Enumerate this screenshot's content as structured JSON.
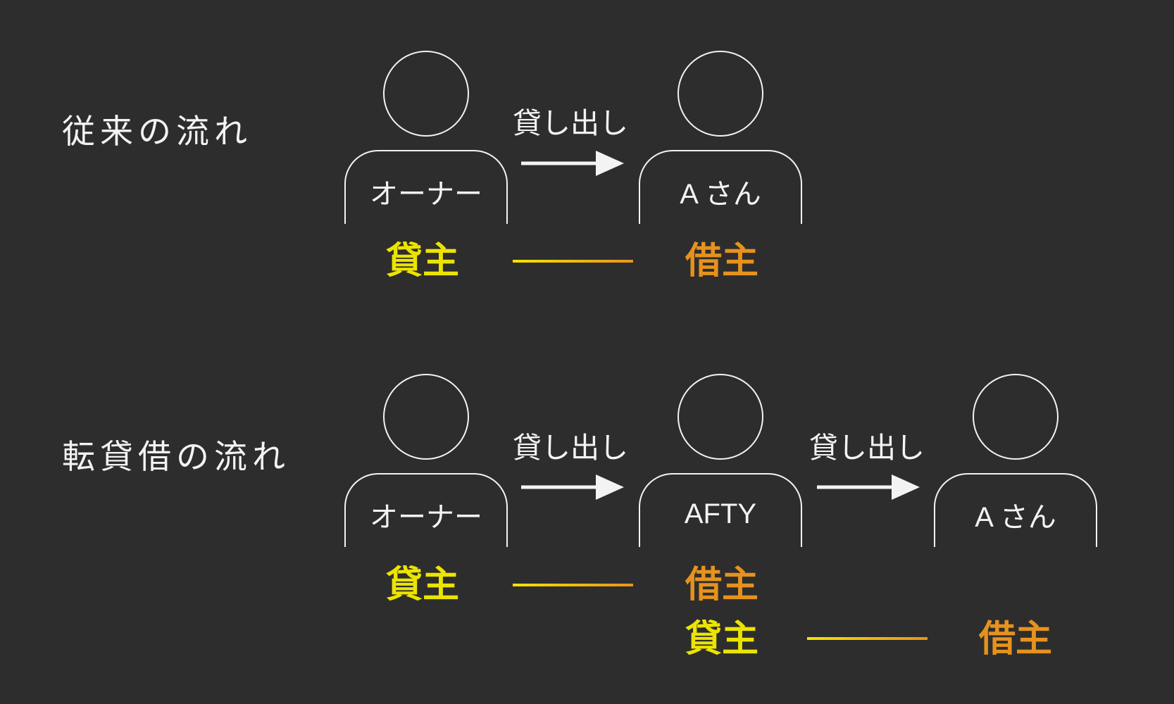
{
  "colors": {
    "background": "#2d2d2d",
    "line_white": "#f3f3f3",
    "yellow": "#ece400",
    "orange": "#e6921d",
    "gradient_start": "#f6e400",
    "gradient_end": "#e8941e"
  },
  "icons": {
    "person": "person-silhouette-outline",
    "arrow": "right-arrow"
  },
  "sections": {
    "traditional": {
      "title": "従来の流れ",
      "persons": [
        {
          "label": "オーナー"
        },
        {
          "label": "A さん"
        }
      ],
      "arrows": [
        {
          "label": "貸し出し"
        }
      ],
      "roles": [
        {
          "label": "貸主",
          "role": "lender"
        },
        {
          "label": "借主",
          "role": "borrower"
        }
      ]
    },
    "sublease": {
      "title": "転貸借の流れ",
      "persons": [
        {
          "label": "オーナー"
        },
        {
          "label": "AFTY"
        },
        {
          "label": "A さん"
        }
      ],
      "arrows": [
        {
          "label": "貸し出し"
        },
        {
          "label": "貸し出し"
        }
      ],
      "roles_row1": [
        {
          "label": "貸主",
          "role": "lender"
        },
        {
          "label": "借主",
          "role": "borrower"
        }
      ],
      "roles_row2": [
        {
          "label": "貸主",
          "role": "lender"
        },
        {
          "label": "借主",
          "role": "borrower"
        }
      ]
    }
  }
}
